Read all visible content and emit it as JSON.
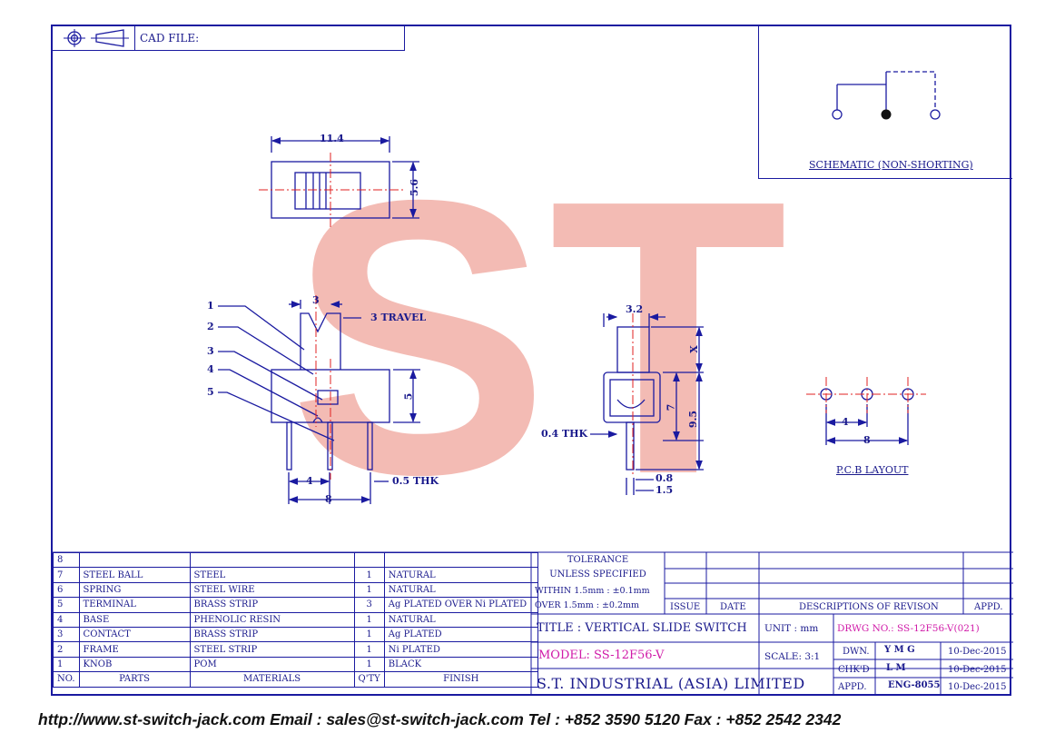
{
  "cad_file_label": "CAD FILE:",
  "logo_text": "ST",
  "schematic_label": "SCHEMATIC (NON-SHORTING)",
  "pcb_label": "P.C.B LAYOUT",
  "dims": {
    "top_width": "11.4",
    "top_height": "5.6",
    "side_3": "3",
    "travel": "3 TRAVEL",
    "side_5": "5",
    "pitch_4": "4",
    "span_8": "8",
    "thk_05": "0.5 THK",
    "front_32": "3.2",
    "x": "X",
    "front_7": "7",
    "front_95": "9.5",
    "thk_04": "0.4 THK",
    "front_08": "0.8",
    "front_15": "1.5",
    "pcb_4": "4",
    "pcb_8": "8"
  },
  "callouts": [
    "1",
    "2",
    "3",
    "4",
    "5"
  ],
  "bom": {
    "rows": [
      {
        "no": "8",
        "part": "",
        "material": "",
        "qty": "",
        "finish": ""
      },
      {
        "no": "7",
        "part": "STEEL BALL",
        "material": "STEEL",
        "qty": "1",
        "finish": "NATURAL"
      },
      {
        "no": "6",
        "part": "SPRING",
        "material": "STEEL WIRE",
        "qty": "1",
        "finish": "NATURAL"
      },
      {
        "no": "5",
        "part": "TERMINAL",
        "material": "BRASS STRIP",
        "qty": "3",
        "finish": "Ag PLATED OVER Ni PLATED"
      },
      {
        "no": "4",
        "part": "BASE",
        "material": "PHENOLIC RESIN",
        "qty": "1",
        "finish": "NATURAL"
      },
      {
        "no": "3",
        "part": "CONTACT",
        "material": "BRASS STRIP",
        "qty": "1",
        "finish": "Ag PLATED"
      },
      {
        "no": "2",
        "part": "FRAME",
        "material": "STEEL STRIP",
        "qty": "1",
        "finish": "Ni PLATED"
      },
      {
        "no": "1",
        "part": "KNOB",
        "material": "POM",
        "qty": "1",
        "finish": "BLACK"
      }
    ],
    "headers": {
      "no": "NO.",
      "part": "PARTS",
      "material": "MATERIALS",
      "qty": "Q'TY",
      "finish": "FINISH"
    }
  },
  "tolerance": {
    "line1": "TOLERANCE",
    "line2": "UNLESS   SPECIFIED",
    "line3": "WITHIN  1.5mm : ±0.1mm",
    "line4": "OVER    1.5mm : ±0.2mm"
  },
  "revision": {
    "issue": "ISSUE",
    "date": "DATE",
    "desc": "DESCRIPTIONS OF REVISON",
    "appd": "APPD."
  },
  "title": "TITLE : VERTICAL SLIDE SWITCH",
  "unit": "UNIT :   mm",
  "drwg_no": "DRWG NO.: SS-12F56-V(021)",
  "model": "MODEL: SS-12F56-V",
  "scale": "SCALE:   3:1",
  "company": "S.T.  INDUSTRIAL  (ASIA)  LIMITED",
  "signoff": [
    {
      "role": "DWN.",
      "name": "Y M G",
      "date": "10-Dec-2015"
    },
    {
      "role": "CHK'D",
      "name": "L M",
      "date": "10-Dec-2015"
    },
    {
      "role": "APPD.",
      "name": "ENG-8055",
      "date": "10-Dec-2015"
    }
  ],
  "footer": "http://www.st-switch-jack.com  Email : sales@st-switch-jack.com  Tel : +852 3590 5120  Fax : +852 2542 2342",
  "colors": {
    "line": "#1a1aa0",
    "center": "#e02020",
    "logo": "#f2b0a8",
    "magenta": "#d01aa8"
  }
}
